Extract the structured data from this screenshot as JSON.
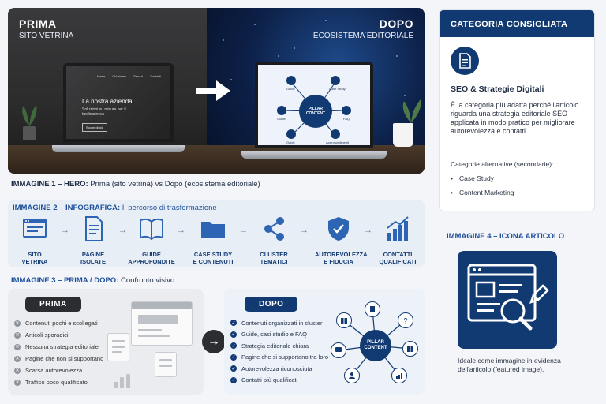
{
  "hero": {
    "before_title": "PRIMA",
    "before_subtitle": "SITO VETRINA",
    "after_title": "DOPO",
    "after_subtitle": "ECOSISTEMA EDITORIALE",
    "old_site": {
      "nav": [
        "Home",
        "Chi siamo",
        "Servizi",
        "Contatti"
      ],
      "title": "La nostra azienda",
      "text": "Soluzioni su misura per il tuo business",
      "button": "Scopri di più"
    },
    "new_site": {
      "center": "PILLAR CONTENT",
      "nodes": [
        "Guide",
        "Case Study",
        "FAQ",
        "Approfondimenti",
        "Guide",
        "Guide"
      ]
    }
  },
  "caption1": {
    "bold": "IMMAGINE 1 – HERO:",
    "text": " Prima (sito vetrina) vs Dopo (ecosistema editoriale)"
  },
  "infographic": {
    "heading_bold": "IMMAGINE 2 – INFOGRAFICA:",
    "heading_text": " Il percorso di trasformazione",
    "steps": [
      {
        "label": "SITO\nVETRINA",
        "icon": "browser-window-icon"
      },
      {
        "label": "PAGINE\nISOLATE",
        "icon": "document-page-icon"
      },
      {
        "label": "GUIDE\nAPPROFONDITE",
        "icon": "open-book-icon"
      },
      {
        "label": "CASE STUDY\nE CONTENUTI",
        "icon": "folder-icon"
      },
      {
        "label": "CLUSTER\nTEMATICI",
        "icon": "share-nodes-icon"
      },
      {
        "label": "AUTOREVOLEZZA\nE FIDUCIA",
        "icon": "shield-check-icon"
      },
      {
        "label": "CONTATTI\nQUALIFICATI",
        "icon": "growth-chart-icon"
      }
    ]
  },
  "caption3": {
    "bold": "IMMAGINE 3 – PRIMA / DOPO:",
    "text": " Confronto visivo"
  },
  "prima": {
    "label": "PRIMA",
    "items": [
      "Contenuti pochi e scollegati",
      "Articoli sporadici",
      "Nessuna strategia editoriale",
      "Pagine che non si supportano",
      "Scarsa autorevolezza",
      "Traffico poco qualificato"
    ]
  },
  "dopo": {
    "label": "DOPO",
    "items": [
      "Contenuti organizzati in cluster",
      "Guide, casi studio e FAQ",
      "Strategia editoriale chiara",
      "Pagine che si supportano tra loro",
      "Autorevolezza riconosciuta",
      "Contatti più qualificati"
    ],
    "center": "PILLAR CONTENT"
  },
  "category": {
    "header": "CATEGORIA CONSIGLIATA",
    "title": "SEO & Strategie Digitali",
    "description": "È la categoria più adatta perché l'articolo riguarda una strategia editoriale SEO applicata in modo pratico per migliorare autorevolezza e contatti.",
    "alt_label": "Categorie alternative (secondarie):",
    "alternatives": [
      "Case Study",
      "Content Marketing"
    ]
  },
  "article_icon": {
    "heading": "IMMAGINE 4 – ICONA ARTICOLO",
    "caption": "Ideale come immagine in evidenza dell'articolo (featured image)."
  },
  "colors": {
    "navy": "#123a72",
    "accent_blue": "#1d4f9a",
    "panel_light": "#e8eef6"
  }
}
